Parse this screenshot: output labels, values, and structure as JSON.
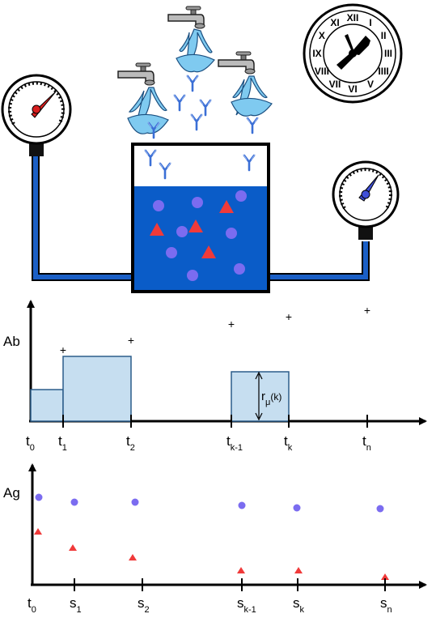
{
  "colors": {
    "water": "#0a5cc8",
    "pipe": "#1a5fc6",
    "bar_fill": "#c6def0",
    "bar_stroke": "#2b5d8a",
    "triangle": "#f03a3a",
    "circle": "#7b6cf0",
    "water_spray": "#7fcaf0",
    "antibody": "#3b6fd6",
    "gauge_left_needle": "#d81f1f",
    "gauge_right_needle": "#3f4fd8"
  },
  "icons": {
    "clock": "clock-icon",
    "faucet": "faucet-icon",
    "pressure_gauge": "pressure-gauge-icon",
    "antibody": "antibody-icon",
    "antigen_circle": "circle-marker",
    "antigen_triangle": "triangle-marker"
  },
  "ab_chart": {
    "ylabel": "Ab",
    "ticks": [
      {
        "main": "t",
        "sub": "0"
      },
      {
        "main": "t",
        "sub": "1"
      },
      {
        "main": "t",
        "sub": "2"
      },
      {
        "main": "t",
        "sub": "k-1"
      },
      {
        "main": "t",
        "sub": "k"
      },
      {
        "main": "t",
        "sub": "n"
      }
    ],
    "bar_annotation": {
      "main": "r",
      "sub": "μ",
      "tail": "(k)"
    },
    "plus_symbol": "+"
  },
  "ag_chart": {
    "ylabel": "Ag",
    "ticks": [
      {
        "main": "t",
        "sub": "0"
      },
      {
        "main": "s",
        "sub": "1"
      },
      {
        "main": "s",
        "sub": "2"
      },
      {
        "main": "s",
        "sub": "k-1"
      },
      {
        "main": "s",
        "sub": "k"
      },
      {
        "main": "s",
        "sub": "n"
      }
    ]
  }
}
